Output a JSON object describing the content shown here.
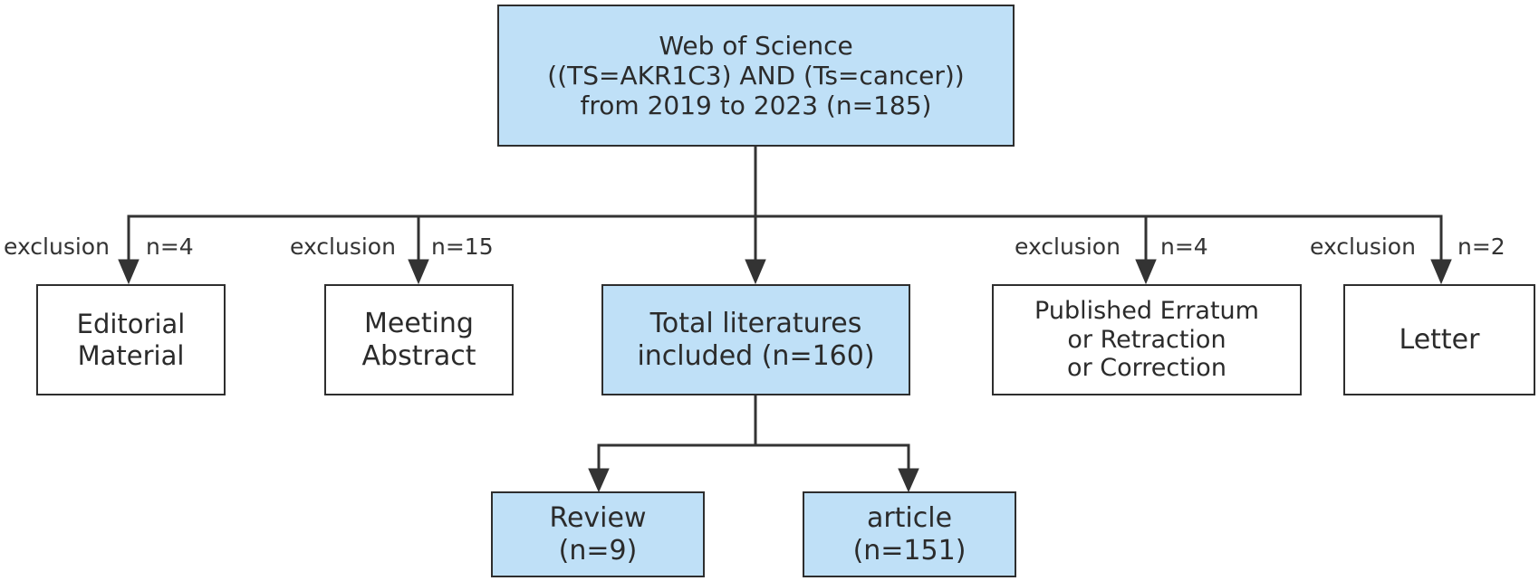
{
  "diagram": {
    "accent_color": "#bfe0f7",
    "line_color": "#333333",
    "root": {
      "lines": [
        "Web of Science",
        "((TS=AKR1C3) AND (Ts=cancer))",
        "from 2019 to 2023 (n=185)"
      ]
    },
    "exclusions": [
      {
        "label": "exclusion",
        "count": "n=4",
        "lines": [
          "Editorial",
          "Material"
        ]
      },
      {
        "label": "exclusion",
        "count": "n=15",
        "lines": [
          "Meeting",
          "Abstract"
        ]
      },
      {
        "label": "exclusion",
        "count": "n=4",
        "lines": [
          "Published Erratum",
          "or Retraction",
          "or Correction"
        ]
      },
      {
        "label": "exclusion",
        "count": "n=2",
        "lines": [
          "Letter"
        ]
      }
    ],
    "included": {
      "lines": [
        "Total literatures",
        "included (n=160)"
      ]
    },
    "types": [
      {
        "lines": [
          "Review",
          "(n=9)"
        ]
      },
      {
        "lines": [
          "article",
          "(n=151)"
        ]
      }
    ]
  }
}
